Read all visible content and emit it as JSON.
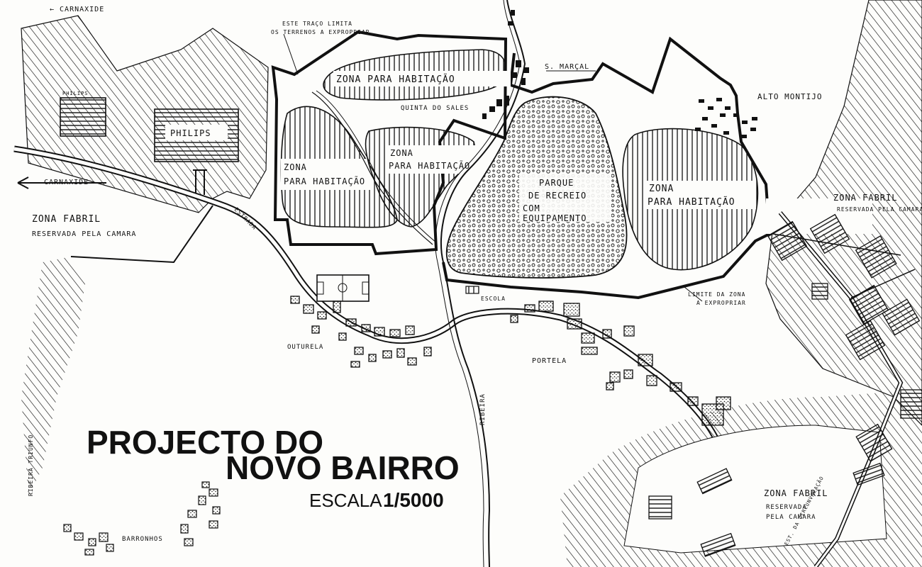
{
  "map": {
    "title_line1": "PROJECTO DO",
    "title_line2": "NOVO BAIRRO",
    "scale_label": "ESCALA",
    "scale_value": "1/5000",
    "labels": {
      "carnaxide_top": "← CARNAXIDE",
      "carnaxide_road": "CARNAXIDE",
      "philips_small": "PHILIPS",
      "philips_big": "PHILIPS",
      "zona_fabril_left": "ZONA FABRIL",
      "reservada_left": "RESERVADA PELA CAMARA",
      "estrada": "ESTRADA",
      "note_line1": "ESTE TRAÇO LIMITA",
      "note_line2": "OS TERRENOS A EXPROPRIAR",
      "zona_habitacao": "ZONA PARA HABITAÇÃO",
      "zona_left_1": "ZONA",
      "zona_left_2": "PARA HABITAÇÃO",
      "zona_mid_1": "ZONA",
      "zona_mid_2": "PARA HABITAÇÃO",
      "zona_right_1": "ZONA",
      "zona_right_2": "PARA HABITAÇÃO",
      "quinta": "QUINTA DO SALES",
      "sao_marcal": "S. MARÇAL",
      "alto_montijo": "ALTO MONTIJO",
      "parque_1": "PARQUE",
      "parque_2": "DE RECREIO",
      "parque_3": "COM",
      "parque_4": "EQUIPAMENTO",
      "zona_fabril_right": "ZONA FABRIL",
      "reservada_right": "RESERVADA PELA CAMARA",
      "limite_1": "LIMITE DA ZONA",
      "limite_2": "A EXPROPRIAR",
      "escola": "ESCOLA",
      "outurela": "OUTURELA",
      "portela": "PORTELA",
      "ribeira": "RIBEIRA",
      "ribeira_triunfo": "RIBEIRA TRIUNFO",
      "barronhos": "BARRONHOS",
      "zona_fabril_br": "ZONA FABRIL",
      "reservada_br_1": "RESERVADA",
      "reservada_br_2": "PELA CAMARA",
      "circunvalacao": "EST. DA CIRCUNVALAÇÃO"
    }
  }
}
